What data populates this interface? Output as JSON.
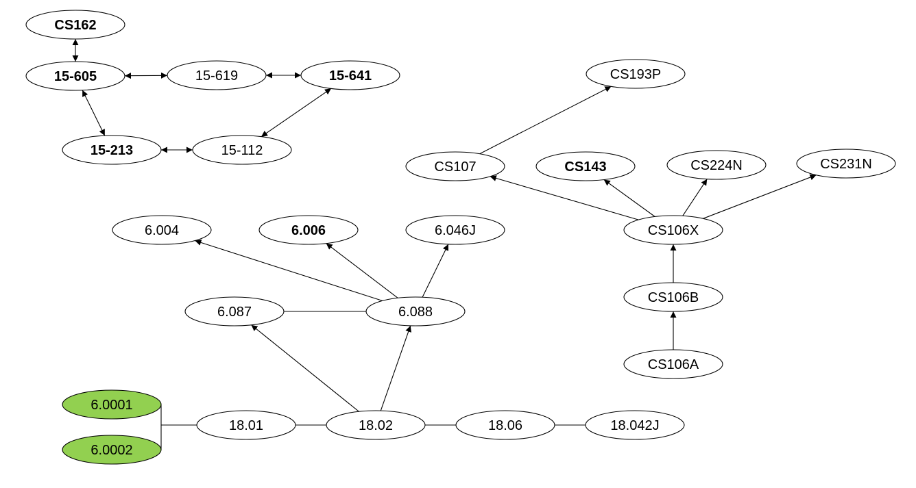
{
  "colors": {
    "background": "#ffffff",
    "node_fill": "#ffffff",
    "highlight_fill": "#92d050",
    "stroke": "#000000"
  },
  "nodes": [
    {
      "id": "cs162",
      "label": "CS162",
      "bold": true
    },
    {
      "id": "n15605",
      "label": "15-605",
      "bold": true
    },
    {
      "id": "n15619",
      "label": "15-619",
      "bold": false
    },
    {
      "id": "n15641",
      "label": "15-641",
      "bold": true
    },
    {
      "id": "n15213",
      "label": "15-213",
      "bold": true
    },
    {
      "id": "n15112",
      "label": "15-112",
      "bold": false
    },
    {
      "id": "cs193p",
      "label": "CS193P",
      "bold": false
    },
    {
      "id": "cs107",
      "label": "CS107",
      "bold": false
    },
    {
      "id": "cs143",
      "label": "CS143",
      "bold": true
    },
    {
      "id": "cs224n",
      "label": "CS224N",
      "bold": false
    },
    {
      "id": "cs231n",
      "label": "CS231N",
      "bold": false
    },
    {
      "id": "cs106x",
      "label": "CS106X",
      "bold": false
    },
    {
      "id": "cs106b",
      "label": "CS106B",
      "bold": false
    },
    {
      "id": "cs106a",
      "label": "CS106A",
      "bold": false
    },
    {
      "id": "n6004",
      "label": "6.004",
      "bold": false
    },
    {
      "id": "n6006",
      "label": "6.006",
      "bold": true
    },
    {
      "id": "n6046j",
      "label": "6.046J",
      "bold": false
    },
    {
      "id": "n6087",
      "label": "6.087",
      "bold": false
    },
    {
      "id": "n6088",
      "label": "6.088",
      "bold": false
    },
    {
      "id": "n60001",
      "label": "6.0001",
      "bold": false,
      "highlight": true
    },
    {
      "id": "n60002",
      "label": "6.0002",
      "bold": false,
      "highlight": true
    },
    {
      "id": "n1801",
      "label": "18.01",
      "bold": false
    },
    {
      "id": "n1802",
      "label": "18.02",
      "bold": false
    },
    {
      "id": "n1806",
      "label": "18.06",
      "bold": false
    },
    {
      "id": "n18042j",
      "label": "18.042J",
      "bold": false
    }
  ],
  "edges": [
    {
      "from": "cs162",
      "to": "n15605",
      "arrow": "both"
    },
    {
      "from": "n15605",
      "to": "n15619",
      "arrow": "both"
    },
    {
      "from": "n15619",
      "to": "n15641",
      "arrow": "both"
    },
    {
      "from": "n15605",
      "to": "n15213",
      "arrow": "both"
    },
    {
      "from": "n15213",
      "to": "n15112",
      "arrow": "both"
    },
    {
      "from": "n15112",
      "to": "n15641",
      "arrow": "both"
    },
    {
      "from": "cs107",
      "to": "cs193p",
      "arrow": "forward"
    },
    {
      "from": "cs106x",
      "to": "cs107",
      "arrow": "forward"
    },
    {
      "from": "cs106x",
      "to": "cs143",
      "arrow": "forward"
    },
    {
      "from": "cs106x",
      "to": "cs224n",
      "arrow": "forward"
    },
    {
      "from": "cs106x",
      "to": "cs231n",
      "arrow": "forward"
    },
    {
      "from": "cs106b",
      "to": "cs106x",
      "arrow": "forward"
    },
    {
      "from": "cs106a",
      "to": "cs106b",
      "arrow": "forward"
    },
    {
      "from": "n6088",
      "to": "n6004",
      "arrow": "forward"
    },
    {
      "from": "n6088",
      "to": "n6006",
      "arrow": "forward"
    },
    {
      "from": "n6088",
      "to": "n6046j",
      "arrow": "forward"
    },
    {
      "from": "n6087",
      "to": "n6088",
      "arrow": "none"
    },
    {
      "from": "n1802",
      "to": "n6087",
      "arrow": "forward"
    },
    {
      "from": "n1802",
      "to": "n6088",
      "arrow": "forward"
    },
    {
      "from": "n1801",
      "to": "n1802",
      "arrow": "none"
    },
    {
      "from": "n1802",
      "to": "n1806",
      "arrow": "none"
    },
    {
      "from": "n1806",
      "to": "n18042j",
      "arrow": "none"
    },
    {
      "from": "n60001",
      "to": "n60002",
      "arrow": "none",
      "style": "bracket"
    },
    {
      "from": "n60001",
      "to": "n1801",
      "arrow": "none",
      "style": "bracket"
    }
  ]
}
